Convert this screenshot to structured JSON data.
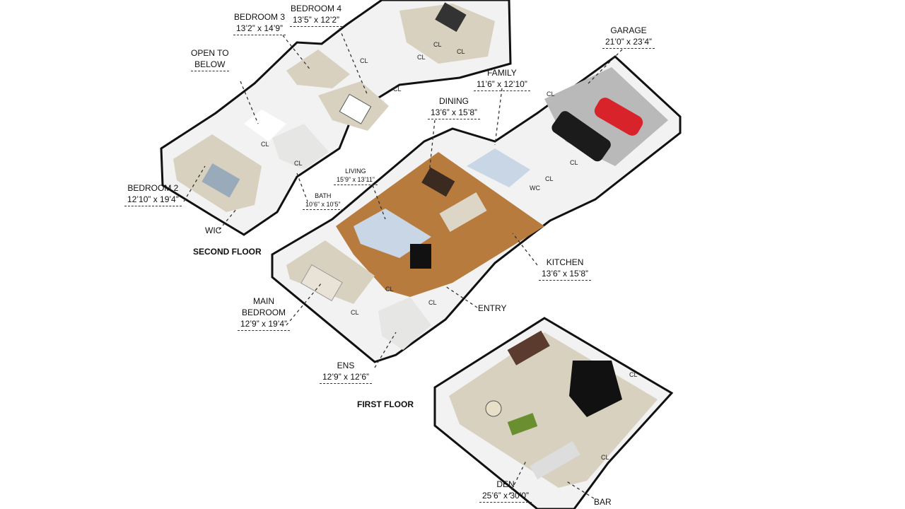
{
  "floors": {
    "second": "SECOND FLOOR",
    "first": "FIRST FLOOR"
  },
  "rooms": {
    "bedroom3": {
      "name": "BEDROOM 3",
      "dim": "13’2” x 14’9”"
    },
    "bedroom4": {
      "name": "BEDROOM 4",
      "dim": "13’5” x 12’2”"
    },
    "open": {
      "name1": "OPEN TO",
      "name2": "BELOW"
    },
    "garage": {
      "name": "GARAGE",
      "dim": "21’0” x 23’4”"
    },
    "family": {
      "name": "FAMILY",
      "dim": "11’6” x 12’10”"
    },
    "dining": {
      "name": "DINING",
      "dim": "13’6” x 15’8”"
    },
    "living": {
      "name": "LIVING",
      "dim": "15’9” x 13’11”"
    },
    "bath": {
      "name": "BATH",
      "dim": "10’6” x 10’5”"
    },
    "bedroom2": {
      "name": "BEDROOM 2",
      "dim": "12’10” x 19’4”"
    },
    "wic": {
      "name": "WIC"
    },
    "kitchen": {
      "name": "KITCHEN",
      "dim": "13’6” x 15’8”"
    },
    "entry": {
      "name": "ENTRY"
    },
    "main": {
      "name1": "MAIN",
      "name2": "BEDROOM",
      "dim": "12’9” x 19’4”"
    },
    "ens": {
      "name": "ENS",
      "dim": "12’9” x 12’6”"
    },
    "den": {
      "name": "DEN",
      "dim": "25’6” x 30’0”"
    },
    "bar": {
      "name": "BAR"
    },
    "wc": {
      "name": "WC"
    }
  },
  "closet_label": "CL",
  "colors": {
    "carpet": "#d8d1c0",
    "wood": "#b87b3e",
    "tile": "#e6e6e4",
    "wall": "#111111",
    "garage": "#b9b9b9"
  }
}
